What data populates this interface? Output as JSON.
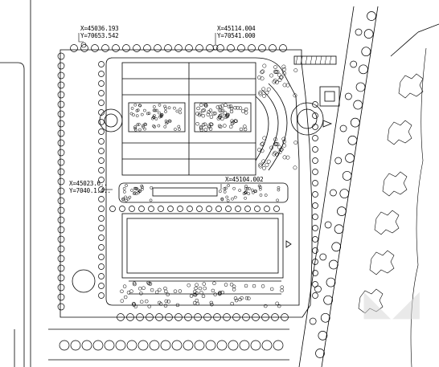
{
  "coordinates": [
    {
      "x": "X=45036.193",
      "y": "Y=70653.542"
    },
    {
      "x": "X=45114.004",
      "y": "Y=70541.000"
    },
    {
      "x": "X=45023.6..",
      "y": "Y=7040.1.4.."
    },
    {
      "x": "X=45104.002",
      "y": ""
    }
  ],
  "colors": {
    "line": "#000000",
    "background": "#ffffff"
  },
  "watermark_icon": "watermark-logo"
}
